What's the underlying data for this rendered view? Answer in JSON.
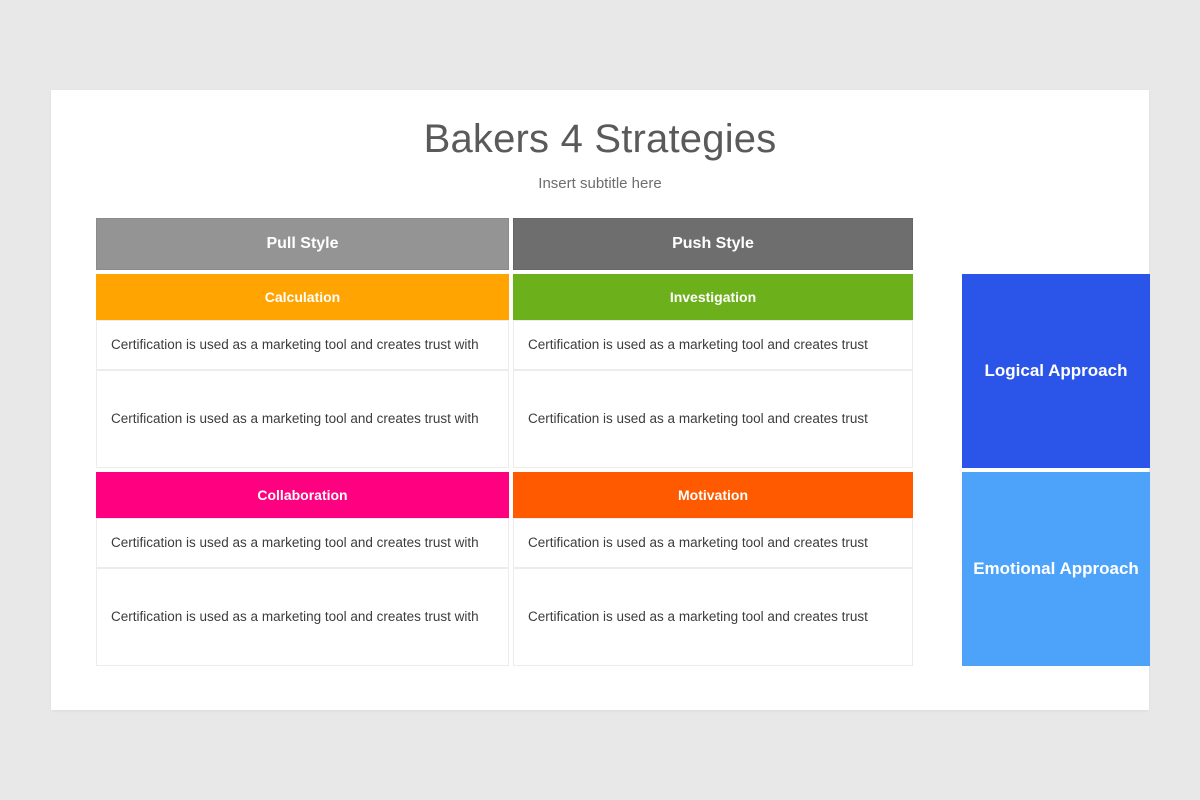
{
  "slide": {
    "title": "Bakers 4 Strategies",
    "subtitle": "Insert subtitle here"
  },
  "colors": {
    "background": "#e8e8e8",
    "card": "#ffffff",
    "pull_style": "#949494",
    "push_style": "#6e6e6e",
    "calculation": "#ffa400",
    "investigation": "#6cb01b",
    "collaboration": "#ff0080",
    "motivation": "#ff5a00",
    "logical_approach": "#2b55e8",
    "emotional_approach": "#4da3fa",
    "title_text": "#5a5a5a",
    "body_text": "#3c3c3c"
  },
  "matrix": {
    "style_headers": [
      {
        "label": "Pull Style"
      },
      {
        "label": "Push Style"
      }
    ],
    "quadrants": [
      {
        "category": "Calculation",
        "column": "Pull Style",
        "approach": "Logical Approach",
        "rows": [
          "Certification is used as a marketing tool and creates trust with",
          "Certification is used as a marketing tool and creates trust with"
        ]
      },
      {
        "category": "Investigation",
        "column": "Push Style",
        "approach": "Logical Approach",
        "rows": [
          "Certification is used as a marketing tool and creates trust",
          "Certification is used as a marketing tool and creates trust"
        ]
      },
      {
        "category": "Collaboration",
        "column": "Pull Style",
        "approach": "Emotional Approach",
        "rows": [
          "Certification is used as a marketing tool and creates trust with",
          "Certification is used as a marketing tool and creates trust with"
        ]
      },
      {
        "category": "Motivation",
        "column": "Push Style",
        "approach": "Emotional Approach",
        "rows": [
          "Certification is used as a marketing tool and creates trust",
          "Certification is used as a marketing tool and creates trust"
        ]
      }
    ],
    "approaches": [
      {
        "label": "Logical Approach"
      },
      {
        "label": "Emotional Approach"
      }
    ]
  }
}
